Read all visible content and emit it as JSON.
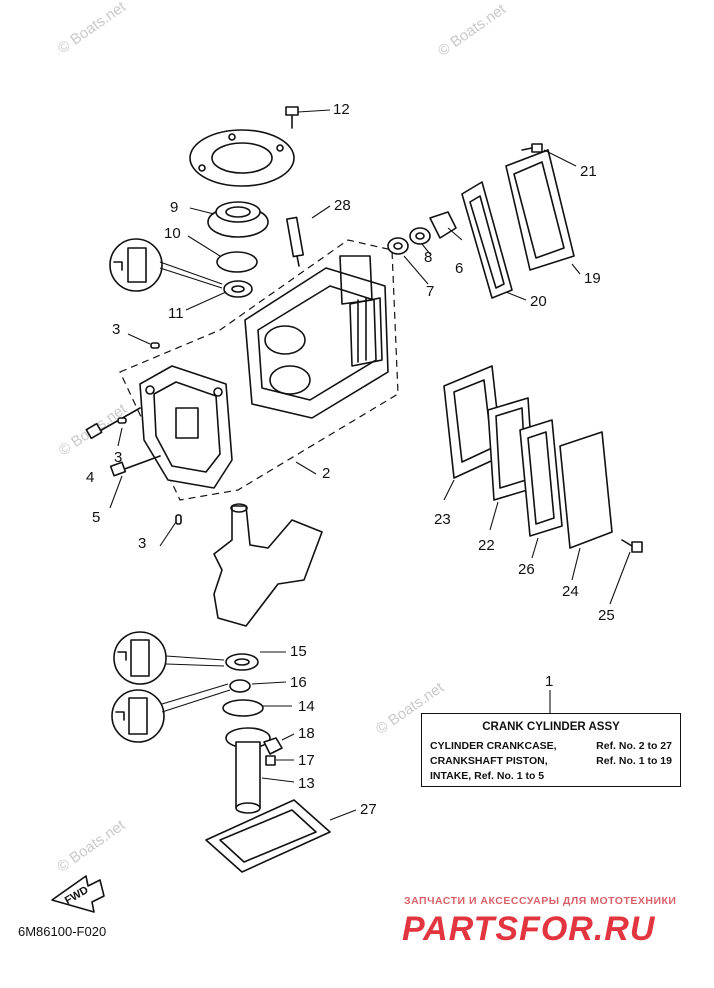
{
  "diagram": {
    "drawing_code": "6M86100-F020",
    "callouts": [
      "1",
      "2",
      "3",
      "4",
      "5",
      "6",
      "7",
      "8",
      "9",
      "10",
      "11",
      "12",
      "13",
      "14",
      "15",
      "16",
      "17",
      "18",
      "19",
      "20",
      "21",
      "22",
      "23",
      "24",
      "25",
      "26",
      "27",
      "28"
    ],
    "callout_3_repeat": "3",
    "fwd_label": "FWD",
    "assy_box": {
      "title": "CRANK CYLINDER ASSY",
      "rows": [
        {
          "name": "CYLINDER CRANKCASE,",
          "ref": "Ref. No. 2 to 27"
        },
        {
          "name": "CRANKSHAFT PISTON,",
          "ref": "Ref. No. 1 to 19"
        },
        {
          "name": "INTAKE, Ref. No. 1 to 5",
          "ref": ""
        }
      ]
    }
  },
  "watermark": {
    "text": "© Boats.net"
  },
  "brand": {
    "tagline": "ЗАПЧАСТИ И АКСЕССУАРЫ ДЛЯ МОТОТЕХНИКИ",
    "logo": "PARTSFOR.RU"
  },
  "colors": {
    "line": "#111111",
    "watermark": "#c9c9c9",
    "brand_red": "#e2353f"
  }
}
